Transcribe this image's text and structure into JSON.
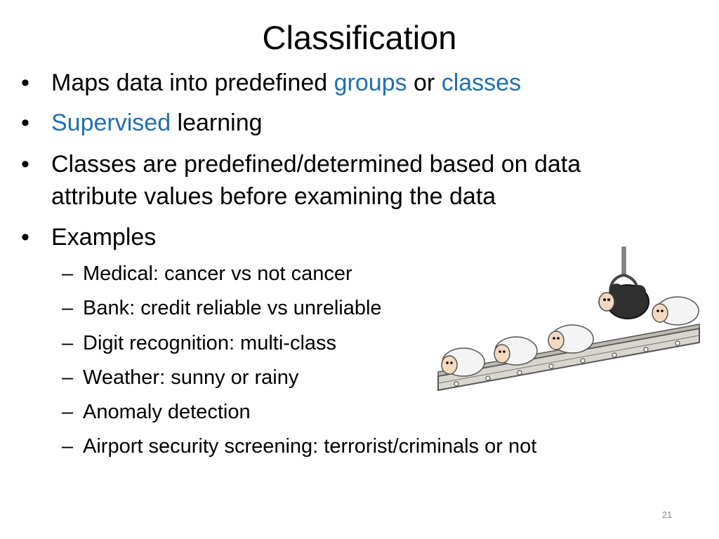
{
  "slide": {
    "title": "Classification",
    "bullets": [
      {
        "parts": [
          "Maps data into predefined ",
          "groups",
          " or ",
          "classes"
        ]
      },
      {
        "parts": [
          "Supervised",
          " learning"
        ]
      },
      {
        "line1": "Classes are predefined/determined based on data",
        "line2": "attribute values before examining the data"
      },
      {
        "text": "Examples"
      }
    ],
    "sub_bullets": [
      "Medical: cancer vs not cancer",
      "Bank: credit reliable vs unreliable",
      "Digit recognition: multi-class",
      "Weather: sunny or rainy",
      "Anomaly detection",
      "Airport security screening: terrorist/criminals or not"
    ],
    "bullet_glyph": "•",
    "dash_glyph": "–",
    "page_number": "21",
    "highlight_color": "#1f6fb5",
    "illustration": {
      "icon": "sheep-conveyor-illustration",
      "description_icon": "crane-claw-icon"
    }
  }
}
